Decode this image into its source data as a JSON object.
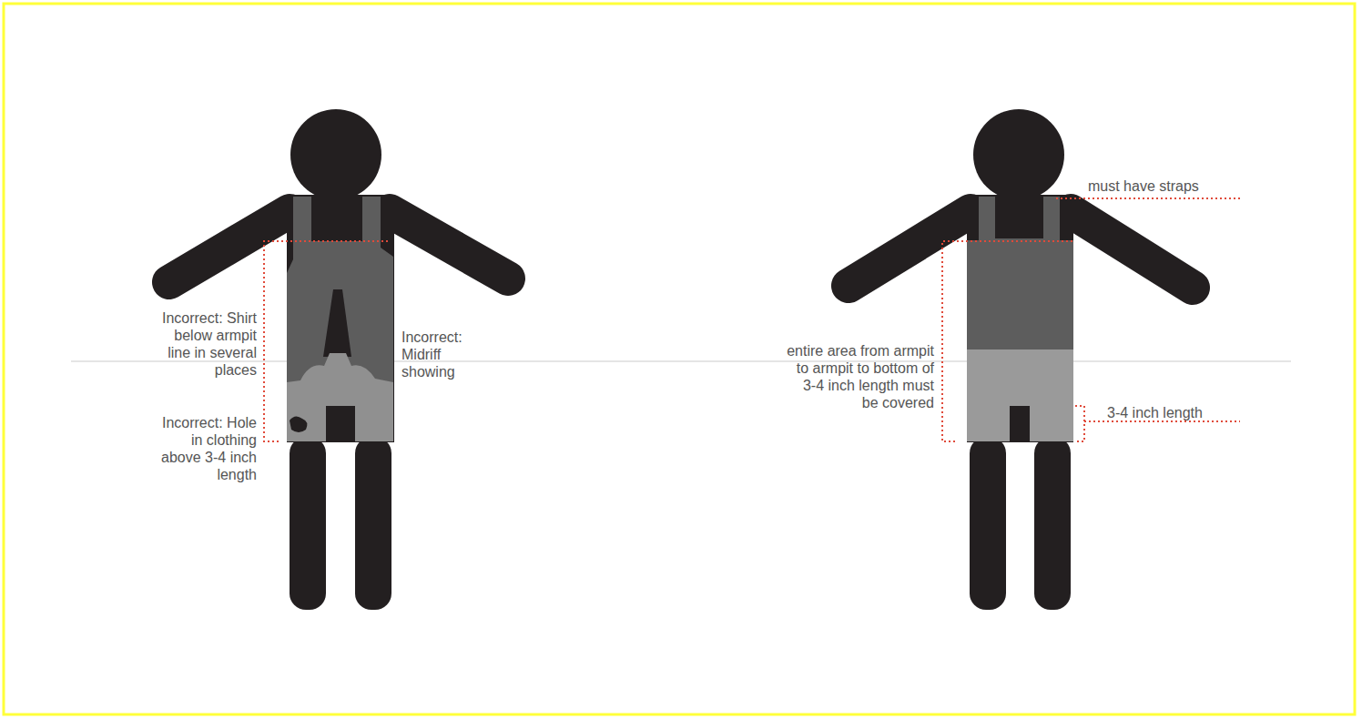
{
  "diagram": {
    "labels": [
      "Incorrect: Shirt below armpit line in several places",
      "Incorrect: Midriff showing",
      "Incorrect: Hole in clothing above 3-4 inch length",
      "must have straps",
      "entire area from armpit to armpit to bottom of 3-4 inch length must be covered",
      "3-4 inch length"
    ]
  }
}
